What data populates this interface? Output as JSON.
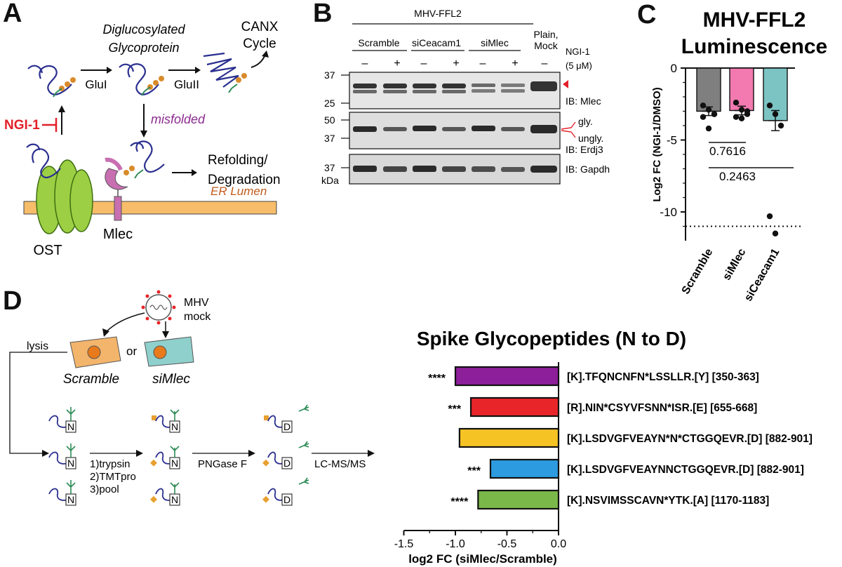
{
  "panels": {
    "a": "A",
    "b": "B",
    "c": "C",
    "d": "D"
  },
  "panelA": {
    "diglucosylated": "Diglucosylated",
    "glycoprotein": "Glycoprotein",
    "canx1": "CANX",
    "canx2": "Cycle",
    "glui": "GluI",
    "gluii": "GluII",
    "misfolded": "misfolded",
    "ngi1": "NGI-1",
    "refolding": "Refolding/",
    "degradation": "Degradation",
    "er_lumen": "ER Lumen",
    "ost": "OST",
    "mlec": "Mlec"
  },
  "panelB": {
    "virus": "MHV-FFL2",
    "groups": [
      "Scramble",
      "siCeacam1",
      "siMlec"
    ],
    "plain1": "Plain,",
    "plain2": "Mock",
    "ngi_label": "NGI-1",
    "ngi_conc": "(5 μM)",
    "signs": [
      "–",
      "+",
      "–",
      "+",
      "–",
      "+",
      "–"
    ],
    "mw_top": [
      "37",
      "25"
    ],
    "mw_mid": [
      "50",
      "37"
    ],
    "mw_bot": [
      "37",
      "kDa"
    ],
    "ib_mlec": "IB: Mlec",
    "gly": "gly.",
    "ungly": "ungly.",
    "ib_erdj3": "IB: Erdj3",
    "ib_gapdh": "IB: Gapdh"
  },
  "panelC": {
    "title1": "MHV-FFL2",
    "title2": "Luminescence",
    "ylabel": "Log2 FC (NGI-1/DMSO)",
    "yticks": [
      "0",
      "-5",
      "-10"
    ],
    "xcats": [
      "Scramble",
      "siMlec",
      "siCeacam1"
    ],
    "p1": "0.7616",
    "p2": "0.2463"
  },
  "panelD": {
    "mhv": "MHV",
    "mock": "mock",
    "lysis": "lysis",
    "or": "or",
    "scramble": "Scramble",
    "simlec": "siMlec",
    "steps": [
      "1)trypsin",
      "2)TMTpro",
      "3)pool"
    ],
    "pngase": "PNGase F",
    "lcms": "LC-MS/MS",
    "n_letter": "N",
    "d_letter": "D"
  },
  "colors": {
    "purple": "#8d1f9a",
    "red": "#e8262a",
    "yellow": "#f6c325",
    "blue": "#2c9be0",
    "green": "#7bb84a",
    "scramble_bar": "#7f7f7f",
    "simlec_bar": "#f27ab0",
    "siceacam_bar": "#7cc4c4",
    "ngi_red": "#e3202a",
    "misfolded": "#8b2a8e",
    "er_orange": "#c25b1c"
  },
  "chart_data": [
    {
      "type": "bar",
      "title": "MHV-FFL2 Luminescence",
      "ylabel": "Log2 FC (NGI-1/DMSO)",
      "categories": [
        "Scramble",
        "siMlec",
        "siCeacam1"
      ],
      "values": [
        -3.0,
        -2.95,
        -3.65
      ],
      "errors": [
        0.3,
        0.3,
        0.7
      ],
      "points": [
        [
          -2.6,
          -2.9,
          -3.2,
          -3.4,
          -4.2,
          -3.2
        ],
        [
          -2.4,
          -2.9,
          -3.2,
          -3.4,
          -3.5,
          -3.0
        ],
        [
          -2.6,
          -3.2,
          -4.0,
          -10.3,
          -11.5
        ]
      ],
      "ylim": [
        -12,
        0
      ],
      "yticks": [
        0,
        -5,
        -10
      ],
      "reference_line": -11,
      "pvalues": [
        "0.7616",
        "0.2463"
      ]
    },
    {
      "type": "bar",
      "orientation": "horizontal",
      "title": "Spike Glycopeptides (N to D)",
      "xlabel": "log2 FC  (siMlec/Scramble)",
      "xlim": [
        -1.5,
        0.0
      ],
      "xticks": [
        "-1.5",
        "-1.0",
        "-0.5",
        "0.0"
      ],
      "categories": [
        "[K].TFQNCNFN*LSSLLR.[Y] [350-363]",
        "[R].NIN*CSYVFSNN*ISR.[E] [655-668]",
        "[K].LSDVGFVEAYN*N*CTGGQEVR.[D] [882-901]",
        "[K].LSDVGFVEAYNNCTGGQEVR.[D] [882-901]",
        "[K].NSVIMSSCAVN*YTK.[A] [1170-1183]"
      ],
      "values": [
        -1.0,
        -0.85,
        -0.96,
        -0.66,
        -0.78
      ],
      "significance": [
        "****",
        "***",
        "",
        "***",
        "****"
      ]
    }
  ]
}
